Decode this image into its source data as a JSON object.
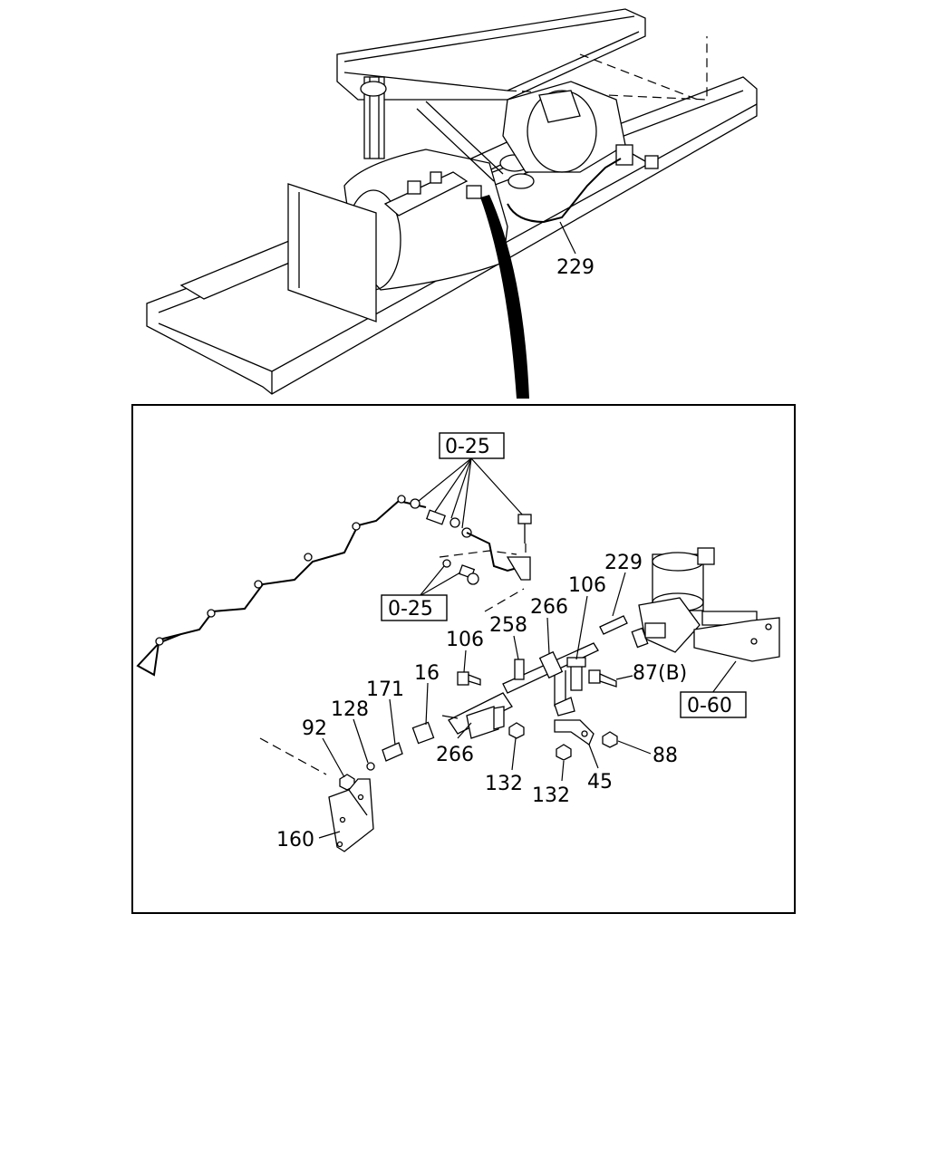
{
  "callouts": {
    "c229_top": "229",
    "ref_o25_top": "0-25",
    "ref_o25_mid": "0-25",
    "ref_o60": "0-60",
    "c229": "229",
    "c106_a": "106",
    "c266_a": "266",
    "c258": "258",
    "c106_b": "106",
    "c87b": "87(B)",
    "c16": "16",
    "c171": "171",
    "c128": "128",
    "c92": "92",
    "c266_b": "266",
    "c132_a": "132",
    "c132_b": "132",
    "c45": "45",
    "c88": "88",
    "c160": "160"
  }
}
